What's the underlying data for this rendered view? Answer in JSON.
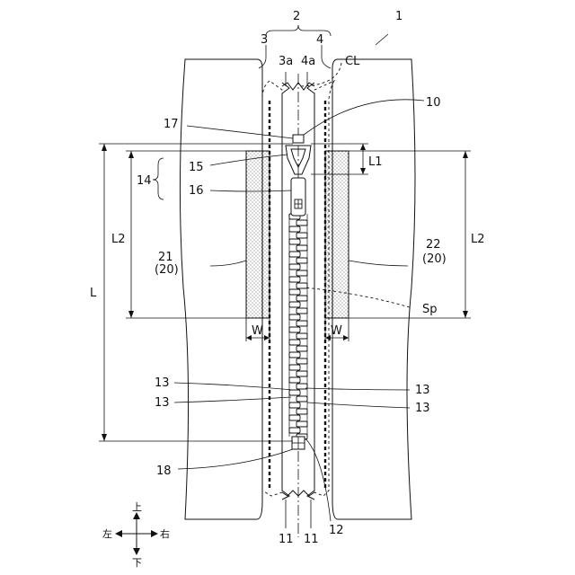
{
  "figure": {
    "labels": {
      "n1": "1",
      "n2": "2",
      "n3": "3",
      "n4": "4",
      "n3a": "3a",
      "n4a": "4a",
      "cl": "CL",
      "n10": "10",
      "n17": "17",
      "n15": "15",
      "n14": "14",
      "n16": "16",
      "l1": "L1",
      "l2_left": "L2",
      "l2_right": "L2",
      "l_total": "L",
      "n21": "21",
      "n21_sub": "(20)",
      "n22": "22",
      "n22_sub": "(20)",
      "sp": "Sp",
      "w_left": "W",
      "w_right": "W",
      "n13_a": "13",
      "n13_b": "13",
      "n13_c": "13",
      "n13_d": "13",
      "n18": "18",
      "n11_left": "11",
      "n11_right": "11",
      "n12": "12",
      "dir_up": "上",
      "dir_down": "下",
      "dir_left": "左",
      "dir_right": "右"
    }
  }
}
